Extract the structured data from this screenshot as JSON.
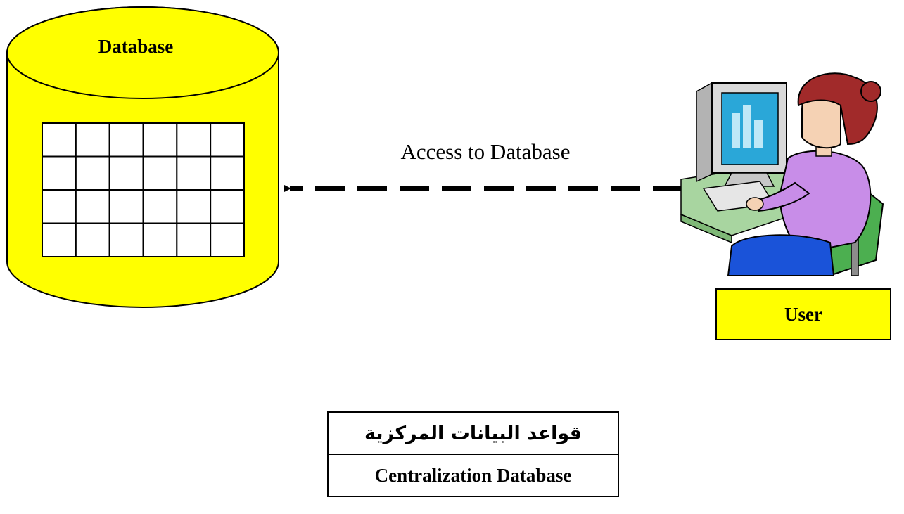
{
  "colors": {
    "yellow": "#ffff00",
    "outline": "#000000",
    "background": "#ffffff"
  },
  "database": {
    "label": "Database",
    "grid": {
      "rows": 4,
      "columns": 6
    }
  },
  "connector": {
    "label": "Access to Database",
    "style": "dashed",
    "direction": "user-to-database"
  },
  "user": {
    "label": "User",
    "icon": "user-at-computer-icon"
  },
  "caption": {
    "arabic": "قواعد البيانات المركزية",
    "english": "Centralization Database"
  }
}
